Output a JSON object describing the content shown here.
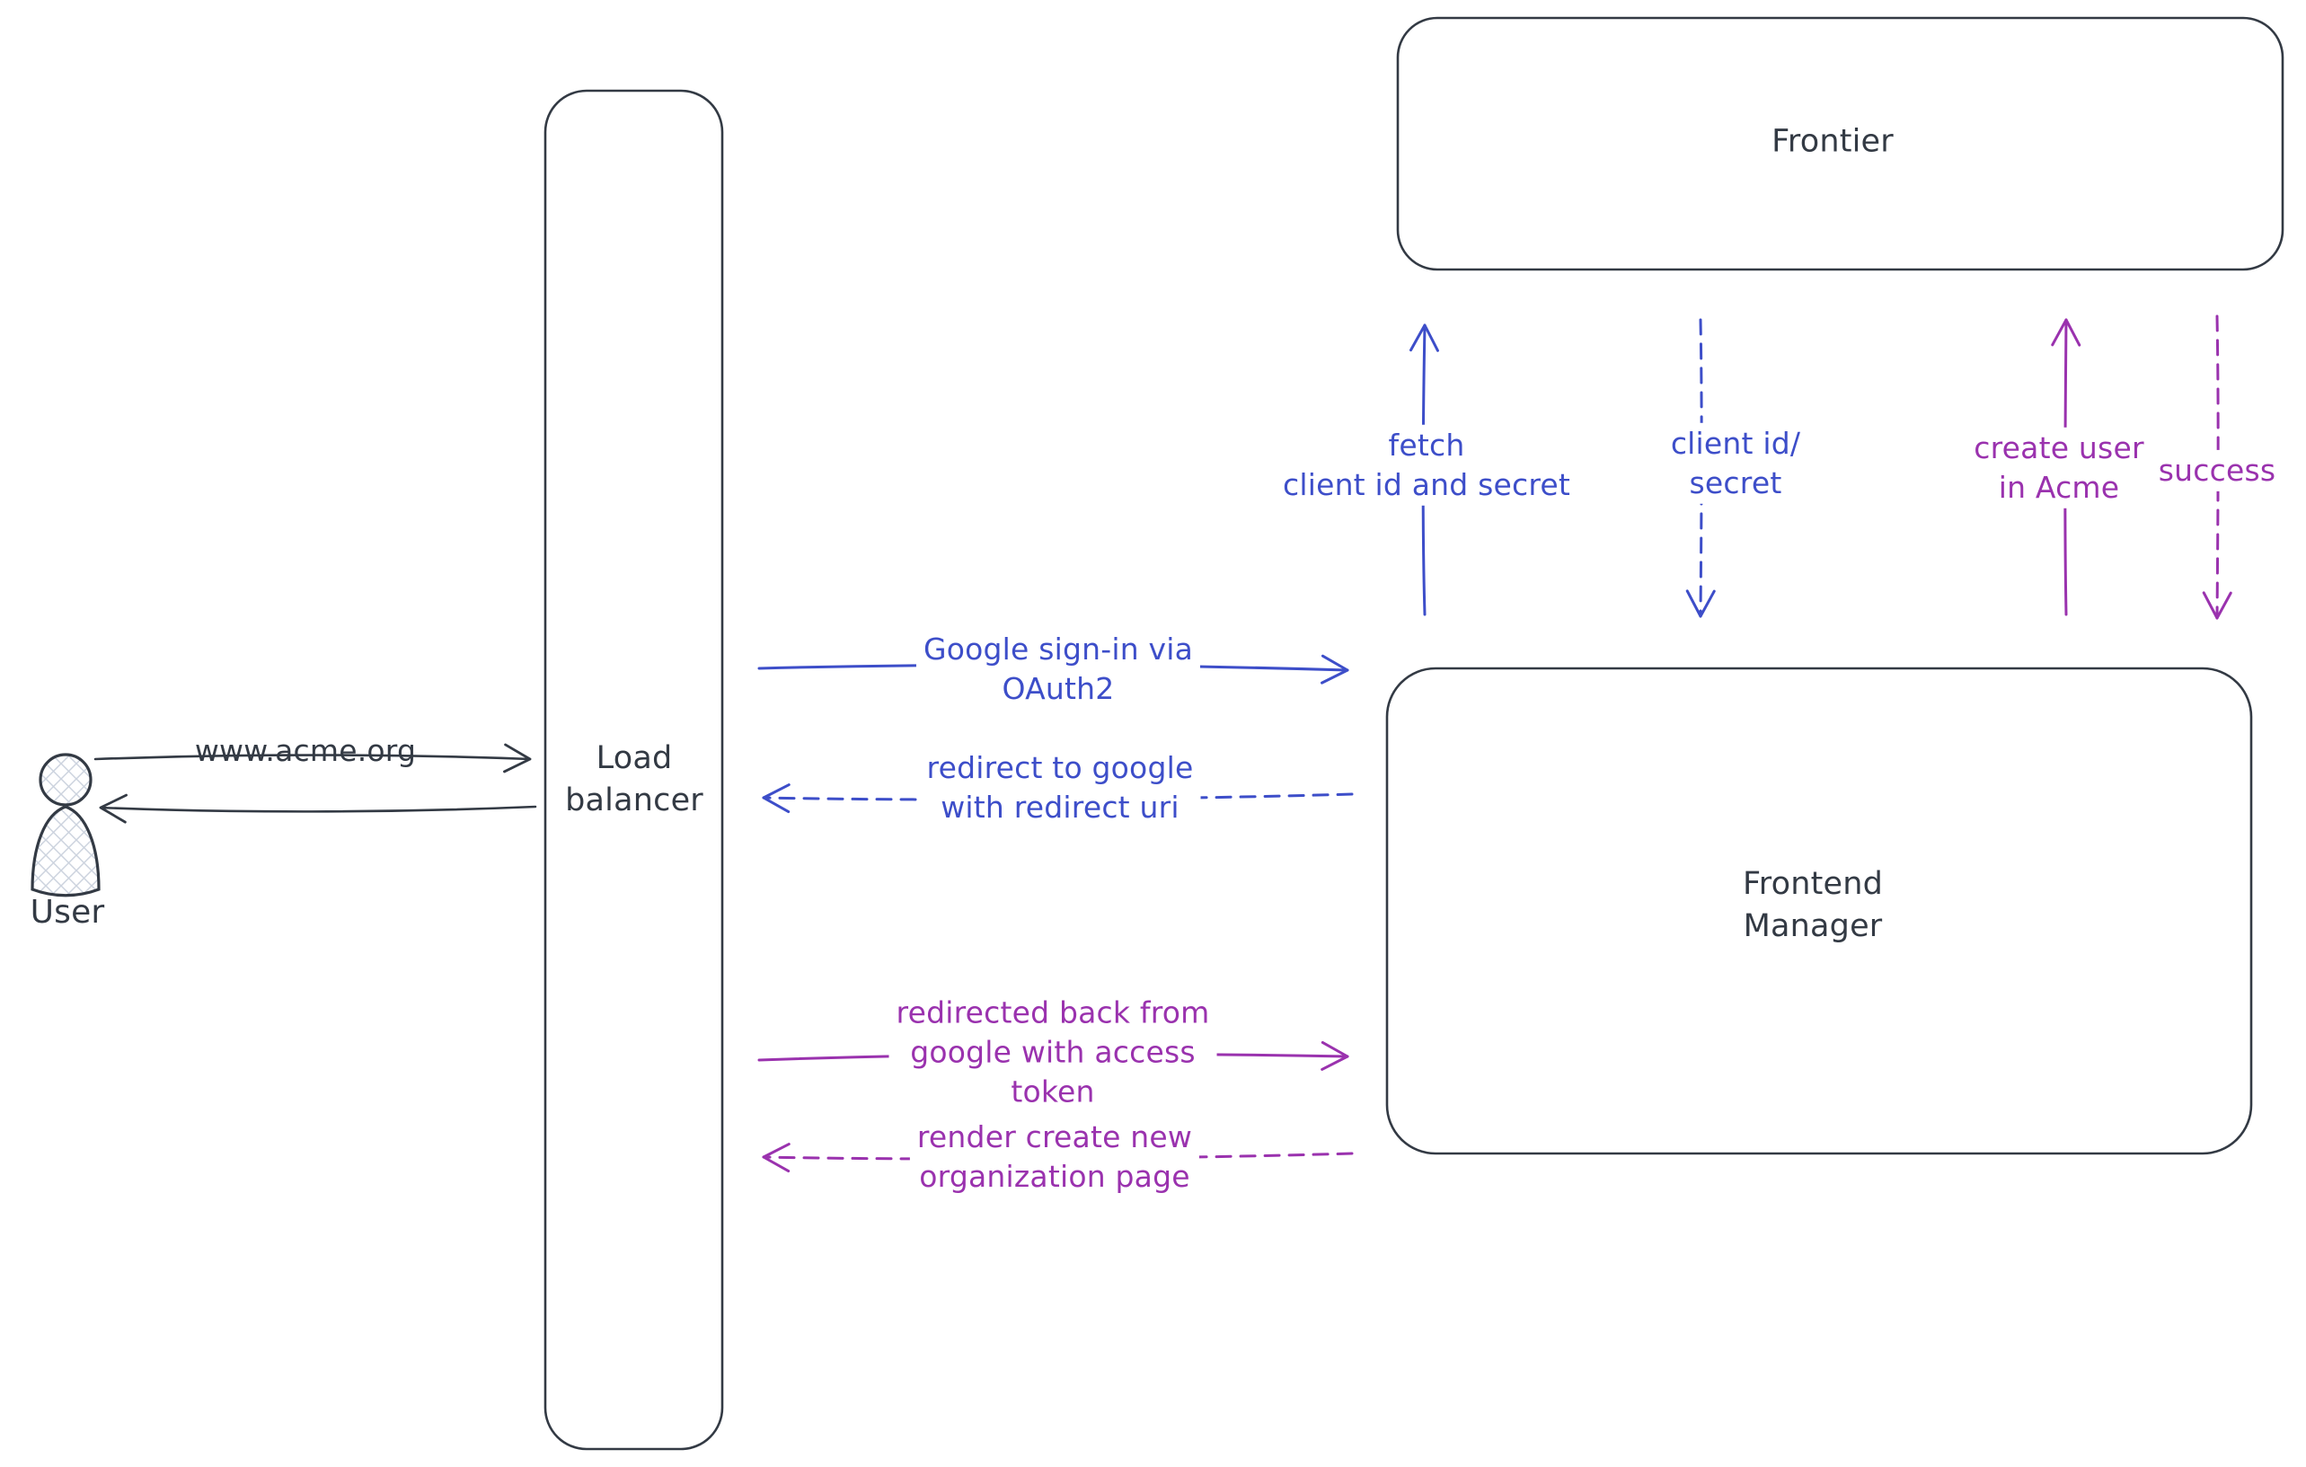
{
  "diagram": {
    "background": "#ffffff",
    "colors": {
      "stroke_dark": "#333a44",
      "arrow_blue": "#3d4ec9",
      "arrow_purple": "#9a32ae",
      "actor_hatch_fill": "#ccd3de"
    },
    "nodes": {
      "user": {
        "label": "User",
        "shape": "person"
      },
      "load_balancer": {
        "lines": [
          "Load",
          "balancer"
        ],
        "shape": "rounded-rect"
      },
      "frontier": {
        "label": "Frontier",
        "shape": "rounded-rect"
      },
      "frontend_manager": {
        "lines": [
          "Frontend",
          "Manager"
        ],
        "shape": "rounded-rect"
      }
    },
    "edges": {
      "www_acme": {
        "lines": [
          "www.acme.org"
        ],
        "style": "solid",
        "color": "#333a44",
        "from": "user",
        "to": "load_balancer"
      },
      "lb_response": {
        "lines": [],
        "style": "solid",
        "color": "#333a44",
        "from": "load_balancer",
        "to": "user"
      },
      "google_signin": {
        "lines": [
          "Google sign-in via",
          "OAuth2"
        ],
        "style": "solid",
        "color": "#3d4ec9",
        "from": "load_balancer",
        "to": "frontend_manager"
      },
      "redirect_to_google": {
        "lines": [
          "redirect to google",
          "with redirect uri"
        ],
        "style": "dashed",
        "color": "#3d4ec9",
        "from": "frontend_manager",
        "to": "load_balancer"
      },
      "fetch_client_secret": {
        "lines": [
          "fetch",
          "client id and secret"
        ],
        "style": "solid",
        "color": "#3d4ec9",
        "from": "frontend_manager",
        "to": "frontier"
      },
      "client_id_secret": {
        "lines": [
          "client id/",
          "secret"
        ],
        "style": "dashed",
        "color": "#3d4ec9",
        "from": "frontier",
        "to": "frontend_manager"
      },
      "create_user": {
        "lines": [
          "create user",
          "in Acme"
        ],
        "style": "solid",
        "color": "#9a32ae",
        "from": "frontend_manager",
        "to": "frontier"
      },
      "success": {
        "lines": [
          "success"
        ],
        "style": "dashed",
        "color": "#9a32ae",
        "from": "frontier",
        "to": "frontend_manager"
      },
      "redirected_back": {
        "lines": [
          "redirected back from",
          "google with access",
          "token"
        ],
        "style": "solid",
        "color": "#9a32ae",
        "from": "load_balancer",
        "to": "frontend_manager"
      },
      "render_org_page": {
        "lines": [
          "render create new",
          "organization page"
        ],
        "style": "dashed",
        "color": "#9a32ae",
        "from": "frontend_manager",
        "to": "load_balancer"
      }
    }
  }
}
